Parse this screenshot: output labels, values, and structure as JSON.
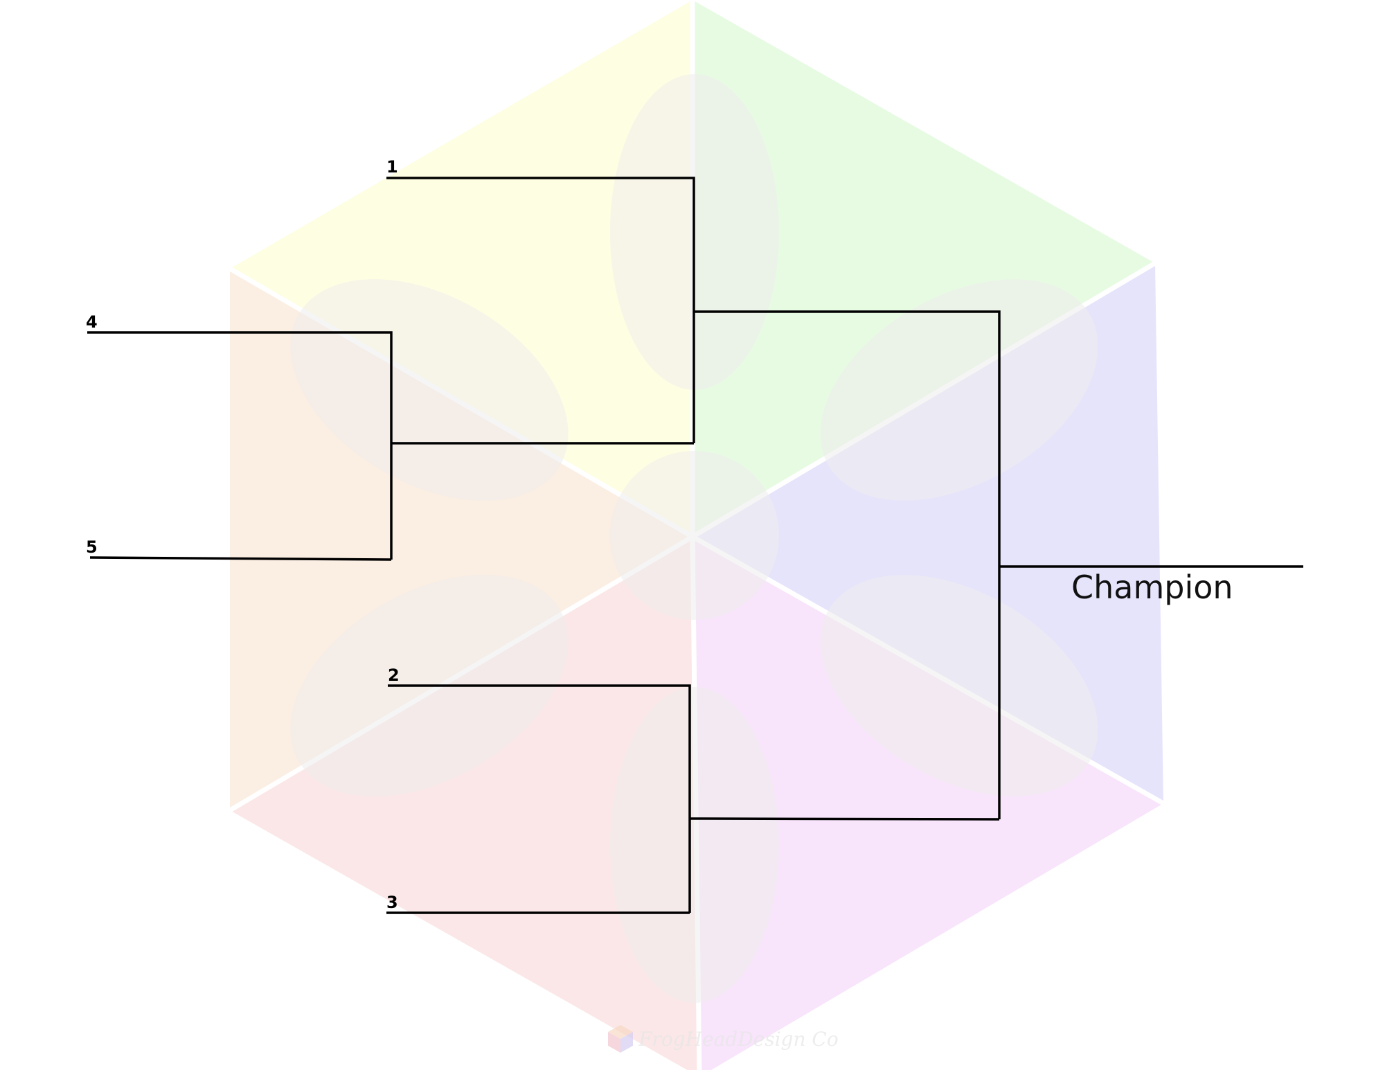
{
  "bracket": {
    "seeds": [
      "1",
      "4",
      "5",
      "2",
      "3"
    ],
    "champion_label": "Champion"
  },
  "watermark": {
    "text": "FrogHeadDesign Co",
    "icon": "hexagon-logo-icon"
  },
  "colors": {
    "top_left": "#fefee3",
    "top_right": "#e7fbe3",
    "right": "#e6e4fb",
    "bottom_right": "#f8e4fb",
    "bottom_left": "#fbe7e7",
    "left": "#fbeee3",
    "petal": "#f1eeee",
    "lines": "#000000"
  }
}
